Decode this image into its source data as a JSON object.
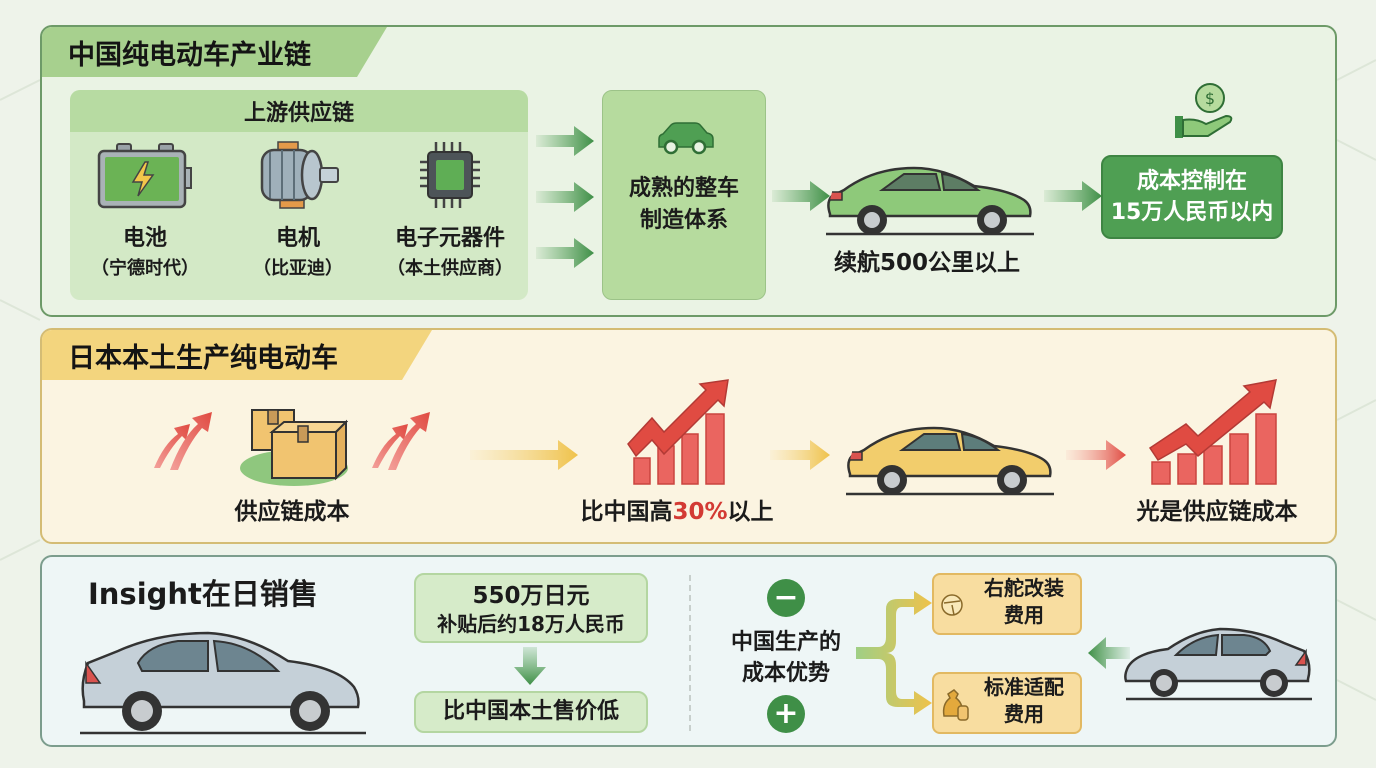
{
  "china_chain": {
    "title": "中国纯电动车产业链",
    "upstream": {
      "title": "上游供应链",
      "components": [
        {
          "name": "电池",
          "supplier": "（宁德时代）",
          "icon": "battery-icon"
        },
        {
          "name": "电机",
          "supplier": "（比亚迪）",
          "icon": "motor-icon"
        },
        {
          "name": "电子元器件",
          "supplier": "（本土供应商）",
          "icon": "chip-icon"
        }
      ]
    },
    "manufacturing": {
      "line1": "成熟的整车",
      "line2": "制造体系",
      "icon": "car-icon"
    },
    "vehicle": {
      "caption": "续航500公里以上",
      "icon": "green-car-icon"
    },
    "cost": {
      "line1": "成本控制在",
      "line2": "15万人民币以内",
      "icon": "money-hand-icon"
    },
    "colors": {
      "accent": "#4f9f53",
      "panel": "#eaf3e4",
      "tab": "#a7d08e"
    }
  },
  "japan_chain": {
    "title": "日本本土生产纯电动车",
    "steps": [
      {
        "label": "供应链成本",
        "icon": "boxes-icon"
      },
      {
        "label_prefix": "比中国高",
        "label_highlight": "30%",
        "label_suffix": "以上",
        "icon": "rising-chart-icon"
      },
      {
        "label": "",
        "icon": "yellow-car-icon"
      },
      {
        "label": "光是供应链成本",
        "icon": "rising-chart-icon"
      }
    ],
    "colors": {
      "highlight": "#d33a34",
      "panel": "#fbf4e1",
      "tab": "#f3d57e"
    }
  },
  "insight": {
    "title": "Insight在日销售",
    "price": {
      "line1": "550万日元",
      "line2": "补贴后约18万人民币"
    },
    "result": "比中国本土售价低",
    "advantage": {
      "line1": "中国生产的",
      "line2": "成本优势",
      "minus": "−",
      "plus": "+"
    },
    "costs": [
      {
        "line1": "右舵改装",
        "line2": "费用",
        "icon": "steering-icon"
      },
      {
        "line1": "标准适配",
        "line2": "费用",
        "icon": "money-bag-icon"
      }
    ]
  }
}
